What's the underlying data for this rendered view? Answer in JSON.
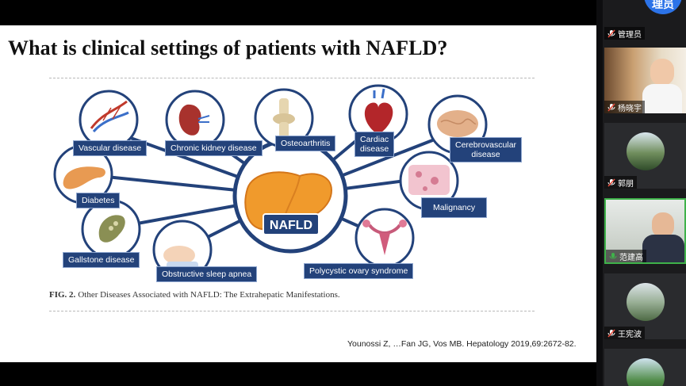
{
  "slide": {
    "title": "What is clinical settings of patients with NAFLD?",
    "hub": "NAFLD",
    "labels": {
      "vascular": "Vascular disease",
      "kidney": "Chronic kidney disease",
      "osteo": "Osteoarthritis",
      "cardiac": "Cardiac\ndisease",
      "cerebro": "Cerebrovascular\ndisease",
      "diabetes": "Diabetes",
      "malignancy": "Malignancy",
      "gallstone": "Gallstone disease",
      "apnea": "Obstructive sleep apnea",
      "pcos": "Polycystic ovary syndrome"
    },
    "caption_prefix": "FIG. 2.",
    "caption_text": "Other Diseases Associated with NAFLD: The Extrahepatic Manifestations.",
    "citation": "Younossi Z, …Fan JG, Vos MB. Hepatology 2019,69:2672-82."
  },
  "participants": {
    "badge": "理员",
    "items": [
      {
        "name": "管理员"
      },
      {
        "name": "杨晓宇"
      },
      {
        "name": "郭朋"
      },
      {
        "name": "范建高"
      },
      {
        "name": "王宪波"
      }
    ]
  },
  "colors": {
    "label_bg": "#23427a",
    "spoke": "#23427a",
    "panel_bg": "#1b1b1d"
  }
}
